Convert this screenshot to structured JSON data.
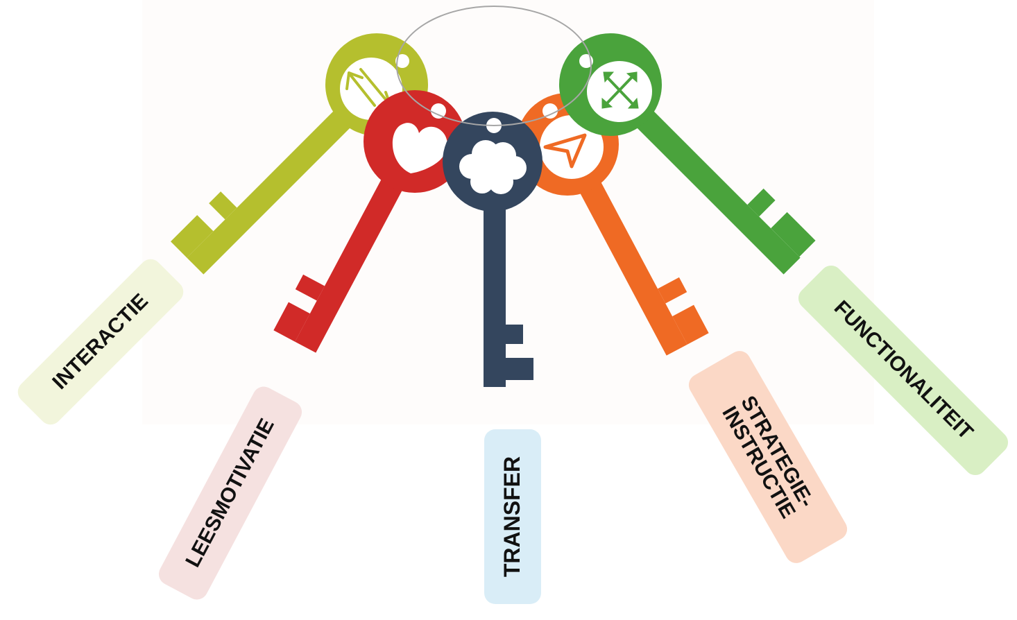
{
  "labels": {
    "interactie": "INTERACTIE",
    "leesmotivatie": "LEESMOTIVATIE",
    "transfer": "TRANSFER",
    "strategie_line1": "STRATEGIE-",
    "strategie_line2": "INSTRUCTIE",
    "functionaliteit": "FUNCTIONALITEIT"
  },
  "keys": [
    {
      "id": "interactie",
      "color": "#b5bf2e",
      "label_bg": "#f2f5dc",
      "icon": "double-arrow-icon"
    },
    {
      "id": "leesmotivatie",
      "color": "#d12a28",
      "label_bg": "#f5e1e0",
      "icon": "heart-icon"
    },
    {
      "id": "transfer",
      "color": "#34465e",
      "label_bg": "#d9edf7",
      "icon": "cloud-icon"
    },
    {
      "id": "strategie",
      "color": "#ef6a24",
      "label_bg": "#fbd8c6",
      "icon": "cursor-arrow-icon"
    },
    {
      "id": "functionaliteit",
      "color": "#4aa33c",
      "label_bg": "#d9efc4",
      "icon": "expand-arrows-icon"
    }
  ],
  "ring_color": "#a6a6a6"
}
